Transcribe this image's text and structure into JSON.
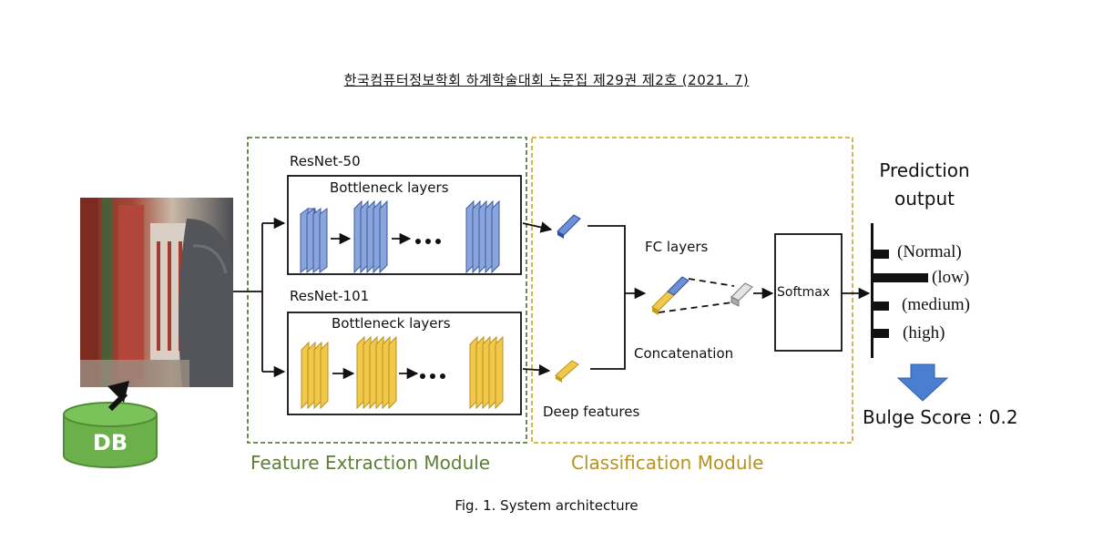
{
  "header": "한국컴퓨터정보학회 하계학술대회 논문집 제29권 제2호 (2021. 7)",
  "caption": "Fig. 1. System architecture",
  "db_label": "DB",
  "modules": {
    "feature_extraction": "Feature Extraction Module",
    "classification": "Classification Module"
  },
  "resnet50": {
    "name": "ResNet-50",
    "block_label": "Bottleneck layers"
  },
  "resnet101": {
    "name": "ResNet-101",
    "block_label": "Bottleneck layers"
  },
  "deep_features": "Deep features",
  "concatenation": "Concatenation",
  "fc_layers": "FC layers",
  "softmax": "Softmax",
  "prediction": {
    "title_line1": "Prediction",
    "title_line2": "output"
  },
  "classes": [
    "(Normal)",
    "(low)",
    "(medium)",
    "(high)"
  ],
  "bulge_score": "Bulge Score : 0.2",
  "colors": {
    "feature_border": "#4a6b2a",
    "feature_text": "#5e7e36",
    "class_border": "#c9a227",
    "class_text": "#b8921e",
    "resnet50_block": "#8aa4dc",
    "resnet101_block": "#f2c84b",
    "db_fill": "#6bb04a",
    "arrow_down": "#4a7ed0"
  }
}
